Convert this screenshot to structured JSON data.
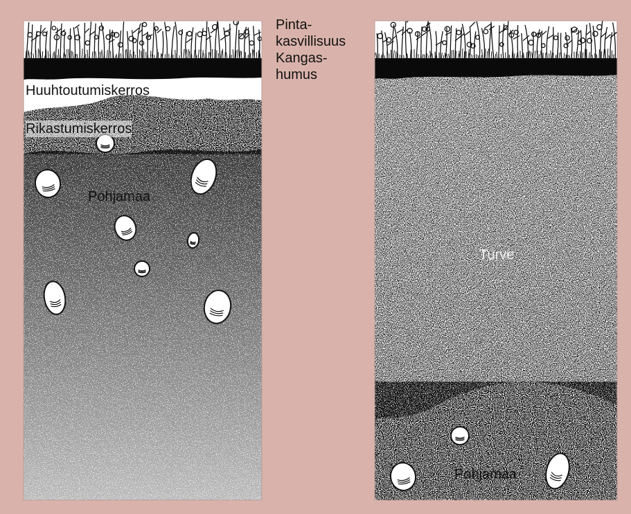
{
  "colors": {
    "background": "#d9b3ab",
    "soil_light": "#ffffff",
    "peat_dark": "#151515",
    "humus_black": "#0a0a0a"
  },
  "labels": {
    "surface_vegetation_line1": "Pinta-",
    "surface_vegetation_line2": "kasvillisuus",
    "humus_line1": "Kangas-",
    "humus_line2": "humus",
    "eluvial_layer": "Huuhtoutumiskerros",
    "illuvial_layer": "Rikastumiskerros",
    "bedrock_left": "Pohjamaa",
    "peat": "Turve",
    "bedrock_right": "Pohjamaa"
  },
  "icons": {
    "plants": "vegetation-icon",
    "stones": "stone-icon"
  }
}
